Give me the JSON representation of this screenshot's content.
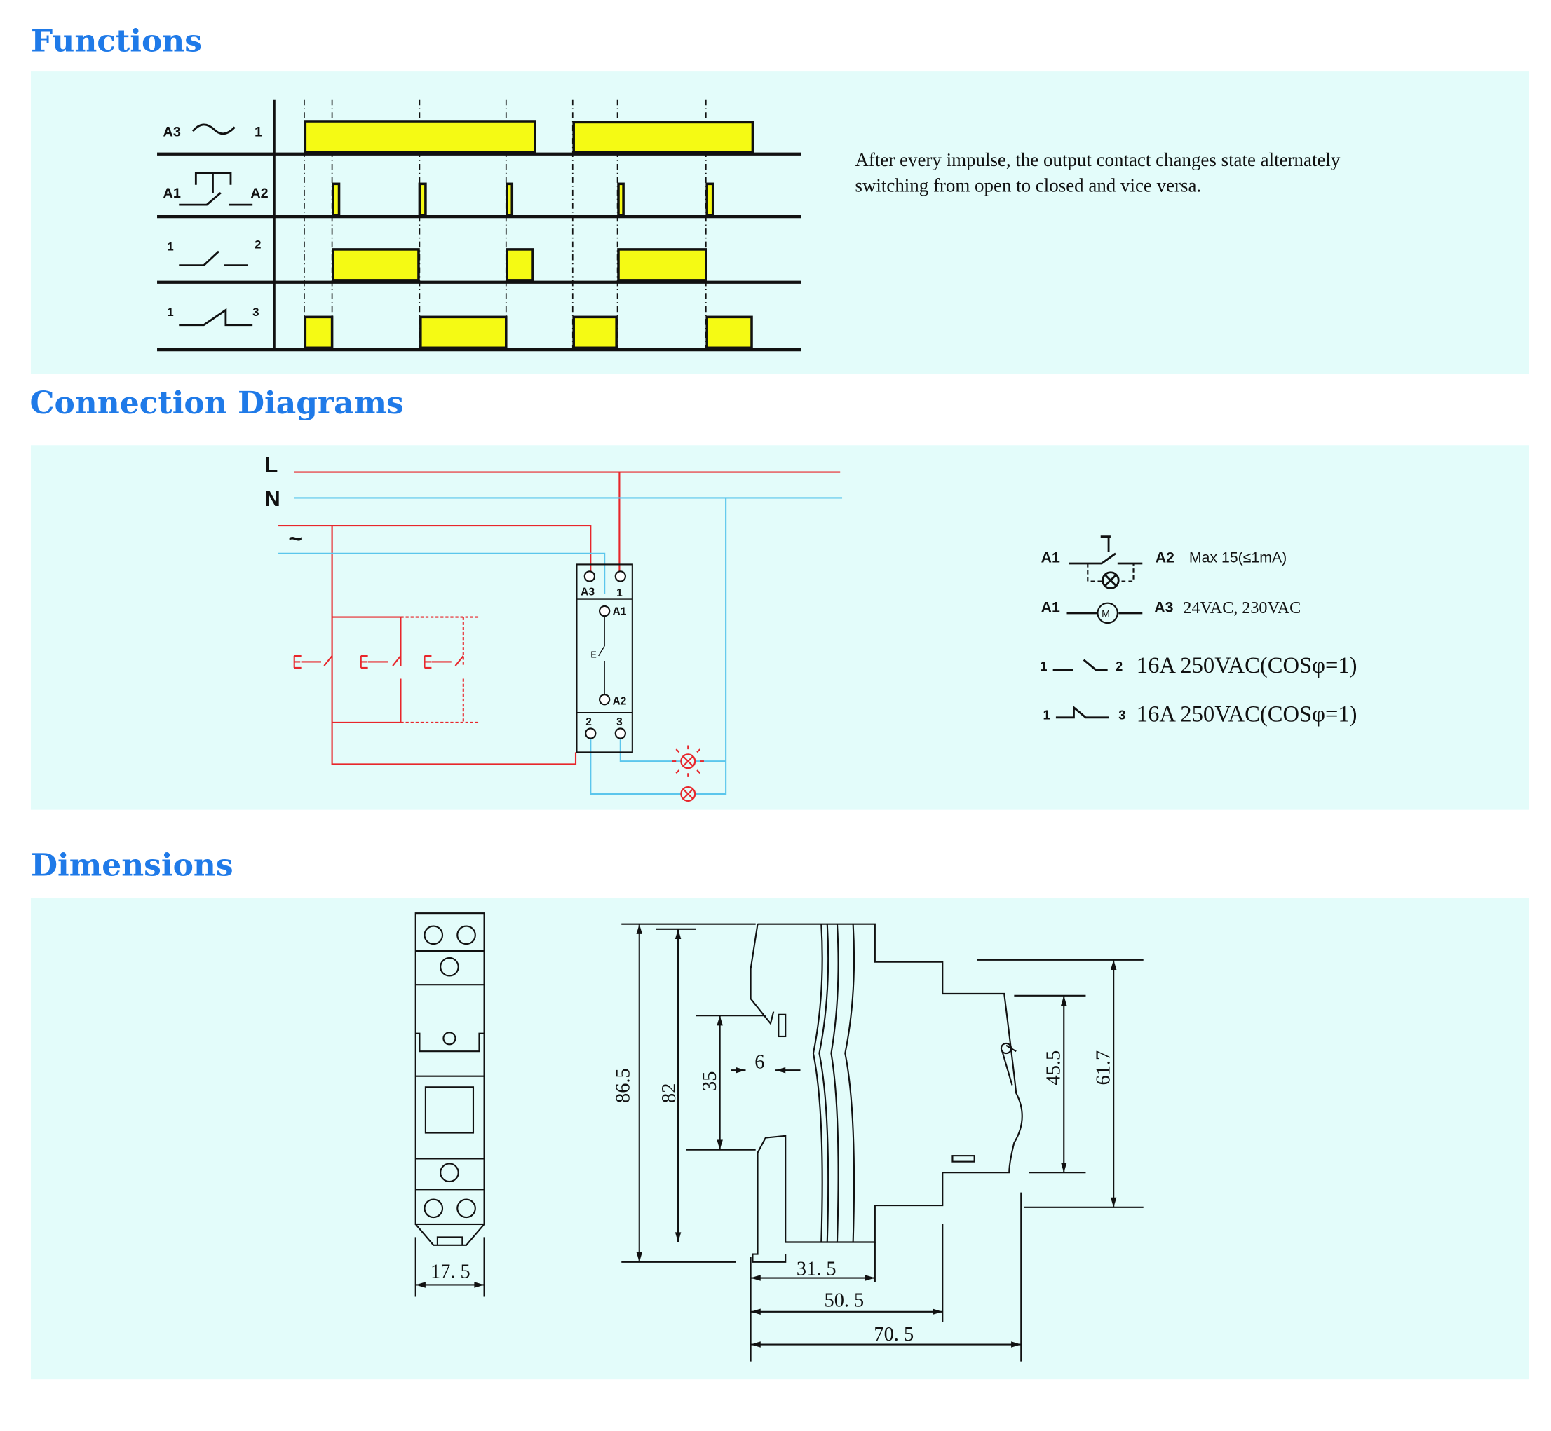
{
  "headings": {
    "functions": "Functions",
    "connection": "Connection Diagrams",
    "dimensions": "Dimensions"
  },
  "colors": {
    "panel": "#e3fcfa",
    "heading": "#1f7ae8",
    "pulse": "#f5fa14",
    "live": "#e8262b",
    "neutral": "#5bc6ec"
  },
  "functions": {
    "rows": [
      {
        "left": "A3",
        "right": "1",
        "symbol": "sine-wave"
      },
      {
        "left": "A1",
        "right": "A2",
        "symbol": "push-button"
      },
      {
        "left": "1",
        "right": "2",
        "symbol": "normally-open-contact"
      },
      {
        "left": "1",
        "right": "3",
        "symbol": "normally-closed-contact"
      }
    ],
    "description_line1": "After every impulse, the output contact changes state alternately",
    "description_line2": "switching from open to closed and vice versa."
  },
  "connection": {
    "line_L": "L",
    "line_N": "N",
    "supply": "~",
    "switch_label": "E",
    "relay_terminals": {
      "a3": "A3",
      "t1": "1",
      "a1": "A1",
      "a2": "A2",
      "t2": "2",
      "t3": "3",
      "inner": "E"
    },
    "legend": [
      {
        "from": "A1",
        "to": "A2",
        "text": "Max  15(≤1mA)"
      },
      {
        "from": "A1",
        "to": "A3",
        "text": "24VAC, 230VAC",
        "motor": "M"
      },
      {
        "from": "1",
        "to": "2",
        "text": "16A 250VAC(COSφ=1)"
      },
      {
        "from": "1",
        "to": "3",
        "text": "16A 250VAC(COSφ=1)"
      }
    ]
  },
  "dimensions": {
    "width": "17. 5",
    "h865": "86.5",
    "h82": "82",
    "h35": "35",
    "d6": "6",
    "d315": "31. 5",
    "d505": "50. 5",
    "d705": "70. 5",
    "h455": "45.5",
    "h617": "61.7"
  }
}
